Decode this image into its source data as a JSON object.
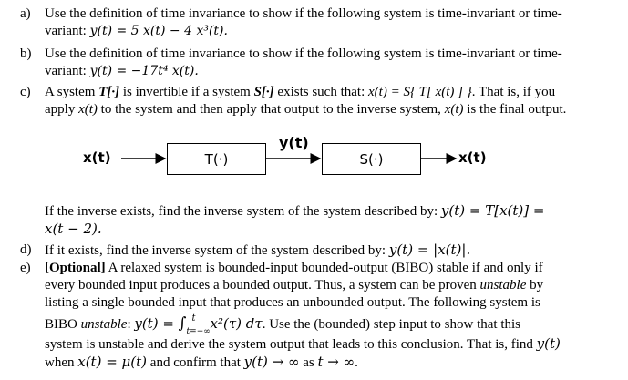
{
  "problem_a": {
    "marker": "a)",
    "line1": "Use the definition of time invariance to show if the following system is time-invariant or time-",
    "line2_prefix": "variant: ",
    "equation": "y(t) = 5 x(t) − 4 x³(t)."
  },
  "problem_b": {
    "marker": "b)",
    "line1": "Use the definition of time invariance to show if the following system is time-invariant or time-",
    "line2_prefix": "variant: ",
    "equation": "y(t) = −17t⁴ x(t)."
  },
  "problem_c": {
    "marker": "c)",
    "line1_a": "A system ",
    "system_T": "T[·]",
    "line1_b": " is invertible if a system ",
    "system_S": "S[·]",
    "line1_c": " exists such that: ",
    "relation": "x(t) = S{ T[ x(t) ] }",
    "line1_d": ".  That is, if you",
    "line2_a": "apply ",
    "line2_x": "x(t)",
    "line2_b": " to the system and then apply that output to the inverse system, ",
    "line2_x2": "x(t)",
    "line2_c": " is the final output."
  },
  "diagram": {
    "input_label": "x(t)",
    "box1_label": "T(·)",
    "middle_label": "y(t)",
    "box2_label": "S(·)",
    "output_label": "x(t)"
  },
  "inverse_question": {
    "line1": "If the inverse exists, find the inverse system of the system described by: ",
    "equation1": "y(t) = T[x(t)] =",
    "equation2": "x(t − 2)."
  },
  "problem_d": {
    "marker": "d)",
    "text": "If it exists, find the inverse system of the system described by: ",
    "equation": "y(t) = |x(t)|."
  },
  "problem_e": {
    "marker": "e)",
    "optional": "[Optional]",
    "line1": " A relaxed system is bounded-input bounded-output (BIBO) stable if and only if",
    "line2": "every bounded input produces a bounded output.  Thus, a system can be proven ",
    "unstable": "unstable",
    "line2_end": " by",
    "line3": "listing a single bounded input that produces an unbounded output.  The following system is",
    "line4_a": "BIBO ",
    "line4_unstable": "unstable",
    "line4_b": ": ",
    "eq_lhs": "y(t) = ",
    "integral_sign": "∫",
    "upper_limit": "t",
    "lower_limit": "t=−∞",
    "integrand": "x²(τ) dτ",
    "line4_c": ".  Use the (bounded) step input to show that this",
    "line5": "system is unstable and derive the system output that leads to this conclusion.  That is, find ",
    "line5_eq": "y(t)",
    "line6_a": "when ",
    "line6_eq1": "x(t) = μ(t)",
    "line6_b": " and confirm that ",
    "line6_eq2": "y(t) → ∞",
    "line6_c": " as ",
    "line6_eq3": "t → ∞",
    "line6_d": "."
  }
}
